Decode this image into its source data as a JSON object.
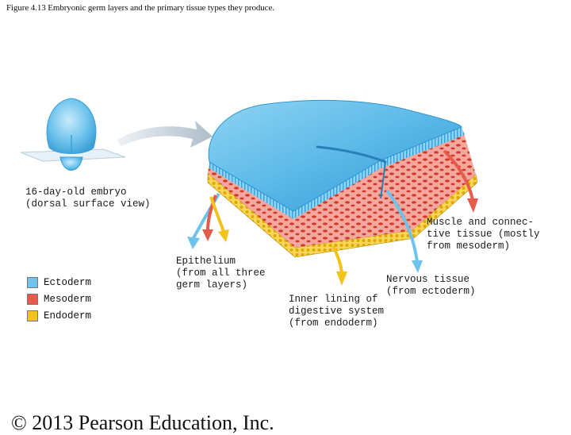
{
  "caption": "Figure 4.13  Embryonic germ layers and the primary tissue types they produce.",
  "embryo_label": "16-day-old embryo\n(dorsal surface view)",
  "labels": {
    "epithelium": "Epithelium\n(from all three\ngerm layers)",
    "muscle": "Muscle and connec-\ntive tissue (mostly\nfrom mesoderm)",
    "nervous": "Nervous tissue\n(from ectoderm)",
    "inner_lining": "Inner lining of\ndigestive system\n(from endoderm)"
  },
  "legend": [
    {
      "label": "Ectoderm",
      "color": "#6ec3ec"
    },
    {
      "label": "Mesoderm",
      "color": "#e65b4b"
    },
    {
      "label": "Endoderm",
      "color": "#f2c31a"
    }
  ],
  "copyright": "© 2013 Pearson Education, Inc.",
  "colors": {
    "ectoderm": "#6ec3ec",
    "ectoderm_dark": "#3a9fd6",
    "mesoderm": "#e65b4b",
    "mesoderm_light": "#f4a79d",
    "endoderm": "#f2c31a",
    "arrow_gray": "#c9d3dc"
  }
}
